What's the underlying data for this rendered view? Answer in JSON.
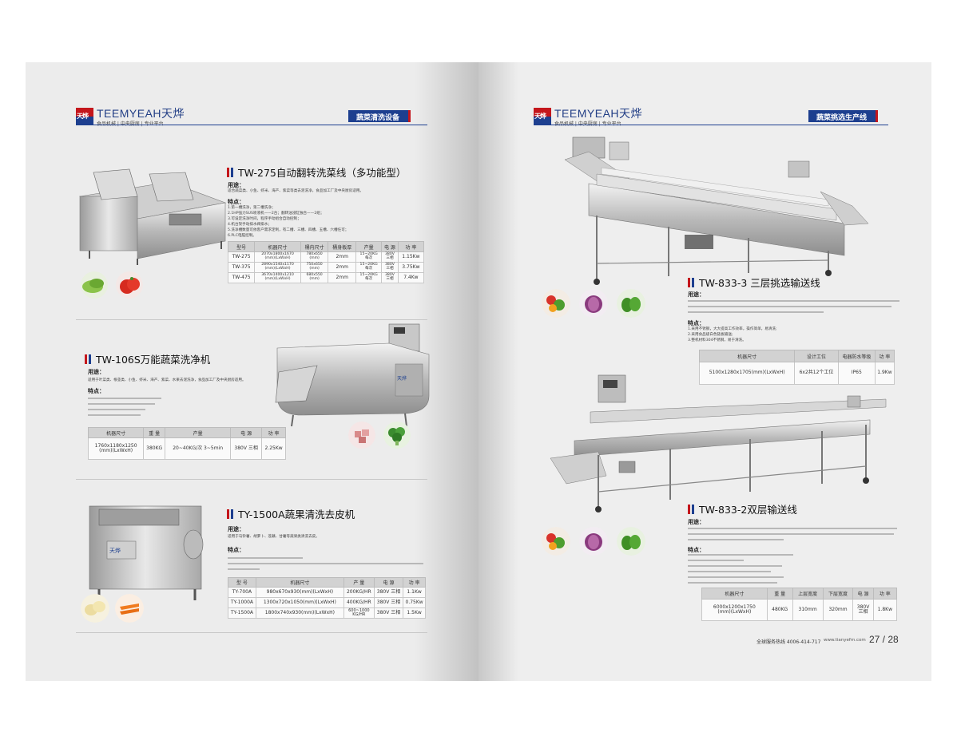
{
  "brand": {
    "name": "TEEMYEAH天烨",
    "mark_text": "天烨",
    "sub": "TEEMYEAH",
    "tagline": "食品机械 | 中央厨房 | 专业平台"
  },
  "colors": {
    "brand_blue": "#1d3f8f",
    "brand_red": "#c4161c",
    "header_gray": "#d2d2d2"
  },
  "left": {
    "section_tab": "蔬菜清洗设备",
    "p1": {
      "title": "TW-275自动翻转洗菜线（多功能型）",
      "use_label": "用途：",
      "use_text": "适合蔬菜类、小鱼、虾米、海产、紫菜等类去泥洗净，食品加工厂及中央厨房适用。",
      "feature_label": "特点：",
      "features": [
        "1.第一槽洗净，第二槽洗净；",
        "2.1HP强力SUS喷液机——2台；翻转油浸缸独合——2组；",
        "3.可设定洗净时间，程序手动组合自动控制；",
        "4.机台架手动排水阀排水；",
        "5.洗净槽数量可依客户需求定制，有二槽、三槽、四槽、五槽、六槽任可；",
        "6.PLC电脑控制。"
      ],
      "headers": [
        "型号",
        "机器尺寸",
        "桶内尺寸",
        "桶身板厚",
        "产量",
        "电 源",
        "功 率"
      ],
      "rows": [
        [
          "TW-275",
          "2070x1800x1670\n(mm)(LxWxH)",
          "780x650\n(mm)",
          "2mm",
          "15~20KG\n每次",
          "380V\n三相",
          "1.15Kw"
        ],
        [
          "TW-375",
          "2890x1540x1170\n(mm)(LxWxH)",
          "750x650\n(mm)",
          "2mm",
          "15~20KG\n每次",
          "380V\n三相",
          "3.75Kw"
        ],
        [
          "TW-475",
          "3670x1400x1210\n(mm)(LxWxH)",
          "680x550\n(mm)",
          "2mm",
          "15~20KG\n每次",
          "380V\n三相",
          "7.4Kw"
        ]
      ]
    },
    "p2": {
      "title": "TW-106S万能蔬菜洗净机",
      "use_label": "用途：",
      "use_text": "适用于叶菜类、根茎类、小鱼、虾米、海产、紫菜、水果去泥洗净，食品加工厂及中央厨房适用。",
      "feature_label": "特点：",
      "headers": [
        "机器尺寸",
        "重 量",
        "产量",
        "电 源",
        "功 率"
      ],
      "rows": [
        [
          "1760x1180x1250\n(mm)(LxWxH)",
          "380KG",
          "20~40KG/次 3~5min",
          "380V 三相",
          "2.25Kw"
        ]
      ]
    },
    "p3": {
      "title": "TY-1500A蔬果清洗去皮机",
      "use_label": "用途：",
      "use_text": "适用于马铃薯、胡萝卜、莲藕、甘薯等蔬果类清洗去皮。",
      "feature_label": "特点：",
      "headers": [
        "型 号",
        "机器尺寸",
        "产 量",
        "电 源",
        "功 率"
      ],
      "rows": [
        [
          "TY-700A",
          "980x670x930(mm)(LxWxH)",
          "200KG/HR",
          "380V 三相",
          "1.1Kw"
        ],
        [
          "TY-1000A",
          "1300x720x1050(mm)(LxWxH)",
          "400KG/HR",
          "380V 三相",
          "0.75Kw"
        ],
        [
          "TY-1500A",
          "1800x740x930(mm)(LxWxH)",
          "600~1000\nKG/HR",
          "380V 三相",
          "1.5Kw"
        ]
      ]
    }
  },
  "right": {
    "section_tab": "蔬菜挑选生产线",
    "p1": {
      "title": "TW-833-3 三层挑选输送线",
      "use_label": "用途：",
      "feature_label": "特点：",
      "features": [
        "1.采用不锈钢，大大提高工作效率，操作简单，易清洗;",
        "2.采用食品级白色链板输送;",
        "3.整机材料304不锈钢，易于清洗。"
      ],
      "headers": [
        "机器尺寸",
        "设计工位",
        "电器防水等级",
        "功 率"
      ],
      "rows": [
        [
          "5100x1280x1705(mm)(LxWxH)",
          "6x2共12个工位",
          "IP65",
          "1.9Kw"
        ]
      ]
    },
    "p2": {
      "title": "TW-833-2双层输送线",
      "use_label": "用途：",
      "feature_label": "特点：",
      "headers": [
        "机器尺寸",
        "重 量",
        "上层宽度",
        "下层宽度",
        "电 源",
        "功 率"
      ],
      "rows": [
        [
          "6000x1200x1750\n(mm)(LxWxH)",
          "480KG",
          "310mm",
          "320mm",
          "380V\n三相",
          "1.8Kw"
        ]
      ]
    },
    "footer": {
      "hotline": "全球服务热线 4006-414-717",
      "website": "www.tianyefm.com",
      "page_numbers": "27 / 28"
    }
  }
}
